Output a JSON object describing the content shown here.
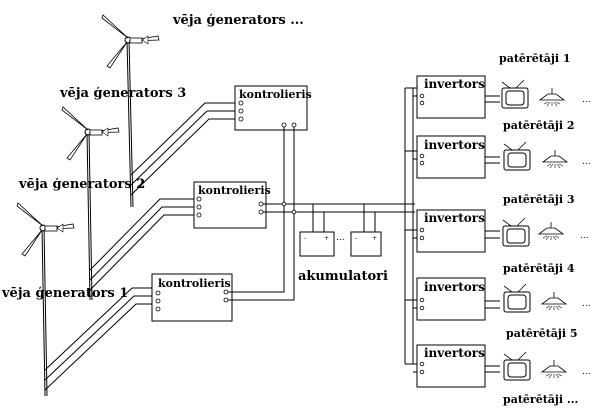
{
  "turbines": [
    {
      "label": "vēja ģenerators 1"
    },
    {
      "label": "vēja ģenerators 2"
    },
    {
      "label": "vēja ģenerators 3"
    },
    {
      "label": "vēja ģenerators ..."
    }
  ],
  "controllers": [
    {
      "label": "kontrolieris"
    },
    {
      "label": "kontrolieris"
    },
    {
      "label": "kontrolieris"
    }
  ],
  "battery_label": "akumulatori",
  "battery_ellipsis": "...",
  "inverters": [
    {
      "label": "invertors",
      "consumers": "patērētāji 1"
    },
    {
      "label": "invertors",
      "consumers": "patērētāji 2"
    },
    {
      "label": "invertors",
      "consumers": "patērētāji 3"
    },
    {
      "label": "invertors",
      "consumers": "patērētāji 4"
    },
    {
      "label": "invertors",
      "consumers": "patērētāji 5"
    }
  ],
  "consumers_more": "patērētāji ...",
  "device_ellipsis": "...",
  "icons": [
    "wind-turbine-icon",
    "tv-icon",
    "lamp-icon"
  ]
}
